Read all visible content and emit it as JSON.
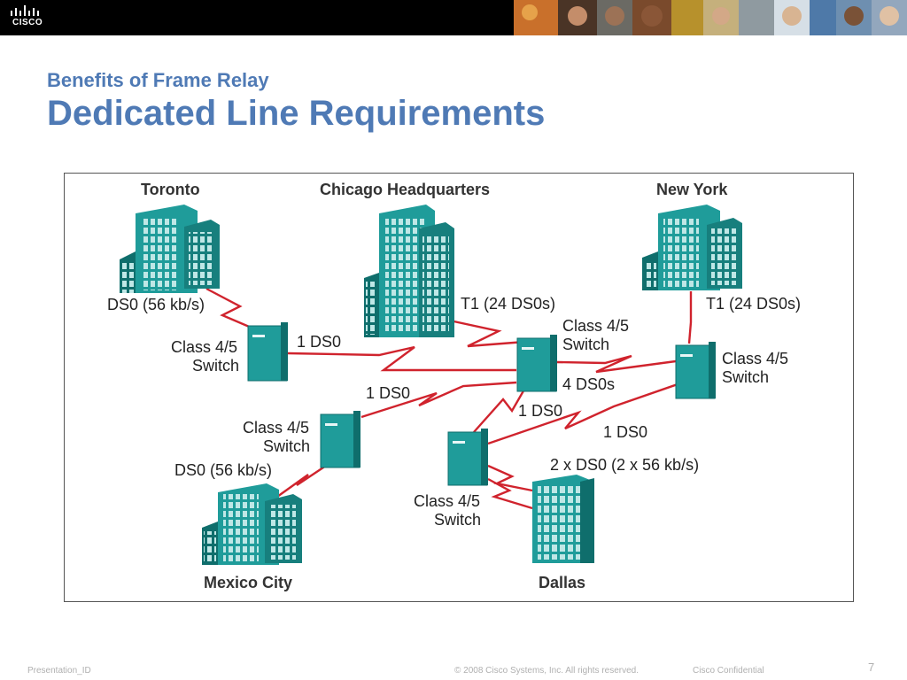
{
  "header": {
    "logo_text": "CISCO",
    "logo_icon": "cisco-bridge-logo"
  },
  "slide": {
    "subtitle": "Benefits of Frame Relay",
    "title": "Dedicated Line Requirements"
  },
  "diagram": {
    "cities": {
      "toronto": "Toronto",
      "chicago": "Chicago Headquarters",
      "new_york": "New York",
      "mexico_city": "Mexico City",
      "dallas": "Dallas"
    },
    "links": {
      "toronto_ds0": "DS0 (56 kb/s)",
      "chicago_t1": "T1 (24 DS0s)",
      "new_york_t1": "T1 (24 DS0s)",
      "toronto_switch_1ds0": "1 DS0",
      "mexico_1ds0": "1 DS0",
      "dallas_1ds0": "1 DS0",
      "newyork_1ds0": "1 DS0",
      "hq_4ds0s": "4 DS0s",
      "dallas_2ds0": "2 x DS0 (2 x 56 kb/s)",
      "mexico_ds0": "DS0 (56 kb/s)"
    },
    "switches": {
      "toronto": [
        "Class 4/5",
        "Switch"
      ],
      "chicago": [
        "Class 4/5",
        "Switch"
      ],
      "new_york": [
        "Class 4/5",
        "Switch"
      ],
      "mexico_city": [
        "Class 4/5",
        "Switch"
      ],
      "dallas": [
        "Class 4/5",
        "Switch"
      ]
    },
    "colors": {
      "building": "#1f9c9a",
      "building_dark": "#0f6e6c",
      "link": "#d0232d"
    }
  },
  "footer": {
    "presentation_id": "Presentation_ID",
    "copyright": "© 2008 Cisco Systems, Inc. All rights reserved.",
    "confidential": "Cisco Confidential",
    "page_number": "7"
  }
}
